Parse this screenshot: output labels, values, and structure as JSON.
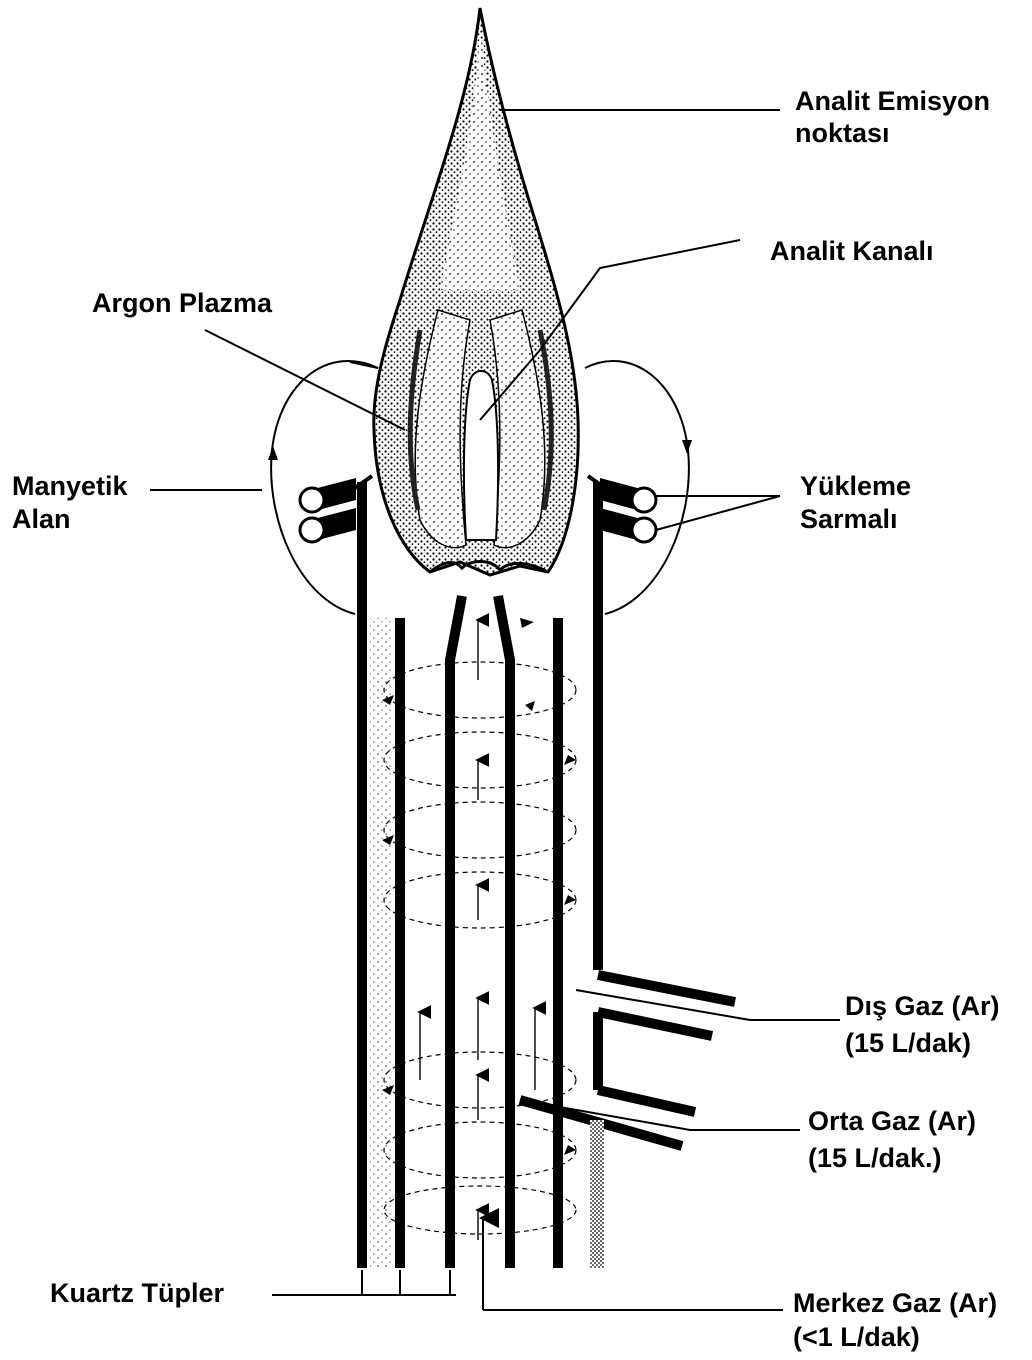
{
  "labels": {
    "emission_point_line1": "Analit Emisyon",
    "emission_point_line2": "noktası",
    "analyte_channel": "Analit Kanalı",
    "argon_plasma": "Argon Plazma",
    "magnetic_field_line1": "Manyetik",
    "magnetic_field_line2": "Alan",
    "load_coil_line1": "Yükleme",
    "load_coil_line2": "Sarmalı",
    "outer_gas_line1": "Dış Gaz (Ar)",
    "outer_gas_line2": "(15 L/dak)",
    "middle_gas_line1": "Orta Gaz (Ar)",
    "middle_gas_line2": "(15 L/dak.)",
    "quartz_tubes": "Kuartz Tüpler",
    "center_gas_line1": "Merkez Gaz (Ar)",
    "center_gas_line2": "(<1 L/dak)"
  },
  "colors": {
    "ink": "#000000",
    "background": "#ffffff",
    "plasma_shade": "#555555"
  }
}
